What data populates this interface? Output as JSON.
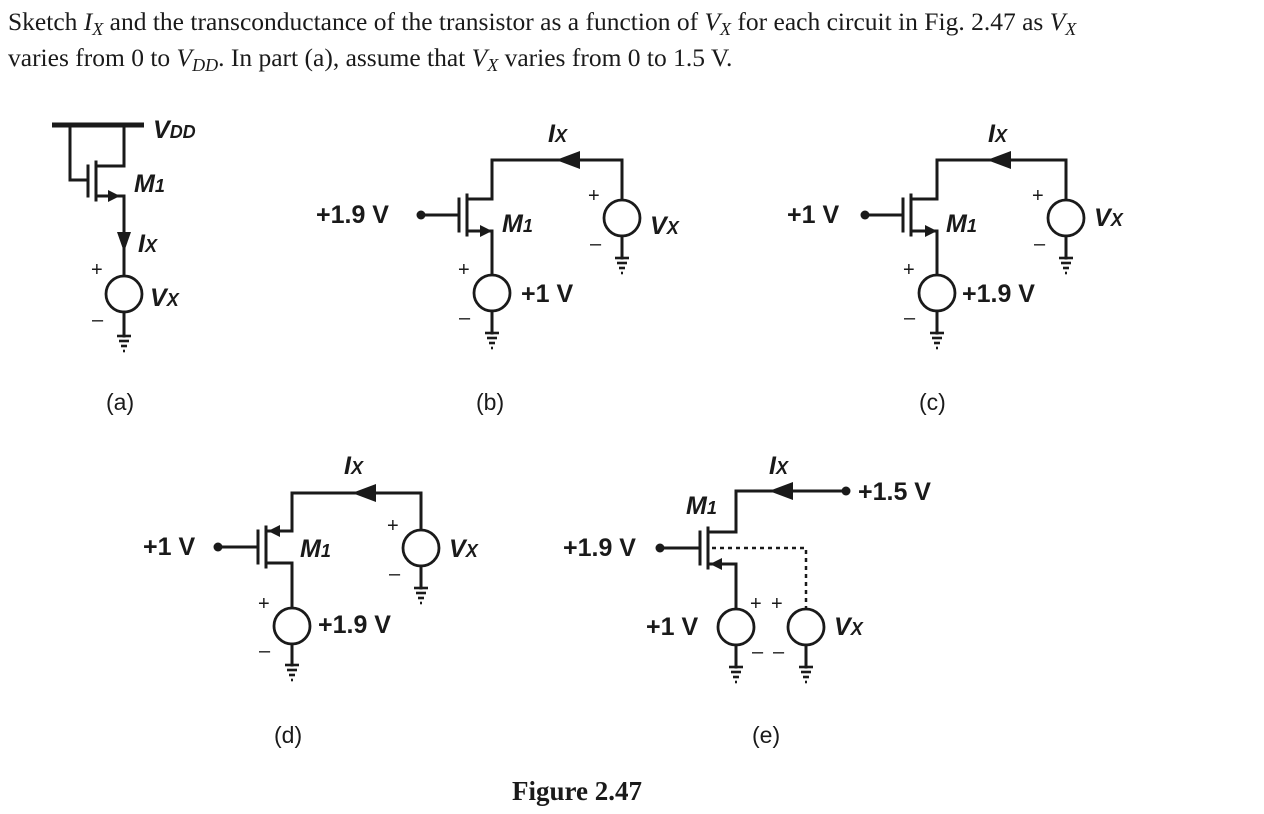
{
  "problem": {
    "line1": {
      "a": "Sketch ",
      "v1": "I",
      "s1": "X",
      "b": " and the transconductance of the transistor as a function of ",
      "v2": "V",
      "s2": "X",
      "c": " for each circuit in Fig. 2.47 as ",
      "v3": "V",
      "s3": "X"
    },
    "line2": {
      "a": "varies from 0 to ",
      "v1": "V",
      "s1": "DD",
      "b": ". In part (a), assume that ",
      "v2": "V",
      "s2": "X",
      "c": " varies from 0 to 1.5 V."
    }
  },
  "labels": {
    "V": "V",
    "I": "I",
    "X": "X",
    "DD": "DD",
    "M": "M",
    "one": "1",
    "plus": "+",
    "minus": "–"
  },
  "circuits": {
    "a": {
      "caption": "(a)"
    },
    "b": {
      "caption": "(b)",
      "gate": "+1.9 V",
      "source": "+1 V"
    },
    "c": {
      "caption": "(c)",
      "gate": "+1 V",
      "source": "+1.9 V"
    },
    "d": {
      "caption": "(d)",
      "gate": "+1 V",
      "source": "+1.9 V"
    },
    "e": {
      "caption": "(e)",
      "gate": "+1.9 V",
      "drain": "+1.5 V",
      "source": "+1 V"
    }
  },
  "figure_caption": "Figure 2.47"
}
